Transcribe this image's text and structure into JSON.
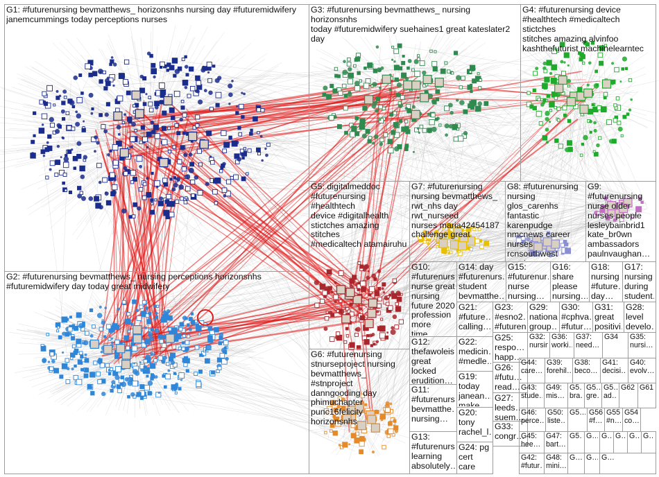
{
  "title": "#FutureNursing network graph",
  "groups": [
    {
      "id": "G1",
      "text": "G1: #futurenursing bevmatthews_ horizonsnhs nursing day #futuremidwifery\njanemcummings today perceptions nurses"
    },
    {
      "id": "G2",
      "text": "G2: #futurenursing bevmatthews_ nursing perceptions horizonsnhs\n#futuremidwifery day today great midwifery"
    },
    {
      "id": "G3",
      "text": "G3: #futurenursing bevmatthews_ nursing horizonsnhs\ntoday #futuremidwifery suehaines1 great kateslater2 day"
    },
    {
      "id": "G4",
      "text": "G4: #futurenursing device\n#healthtech #medicaltech stictches\nstitches amazing alvinfoo\nkashthefuturist machinelearntec"
    },
    {
      "id": "G5",
      "text": "G5: digitalmeddoc\n#futurenursing #healthtech\ndevice #digitalhealth\nstictches amazing stitches\n#medicaltech atamairuhu"
    },
    {
      "id": "G6",
      "text": "G6: #futurenursing\nstnurseproject nursing\nbevmatthews_ #stnproject\ndanngooding day\nphimuchapter\npunc16felicity horizonsnhs"
    },
    {
      "id": "G7",
      "text": "G7: #futurenursing\nnursing bevmatthews_\nrwt_nhs day rwt_nurseed\nnurses maria42454187\nchallenge great"
    },
    {
      "id": "G8",
      "text": "G8: #futurenursing\nnursing glos_carenhs\nfantastic karenpudge\nnmcnews career\nnurses rcnsouthwest\nrcngloucester"
    },
    {
      "id": "G9",
      "text": "G9:\n#futurenursing\nnurse older\nnurses people\nlesleybainbrid1\nkate_br0wn\nambassadors\npaulnvaughan…"
    },
    {
      "id": "G10",
      "text": "G10:\n#futurenursing\nnurse great\nnursing\nfuture 2020\nprofession\nmore time…"
    },
    {
      "id": "G11",
      "text": "G11:\n#futurenurs…\nbevmatthe…\nnursing…"
    },
    {
      "id": "G12",
      "text": "G12:\nthefawoleis…\ngreat locked\nerudition…"
    },
    {
      "id": "G13",
      "text": "G13:\n#futurenurs…\nlearning\nabsolutely…"
    },
    {
      "id": "G14",
      "text": "G14: day\n#futurenurs…\nstudent\nbevmatthe…"
    },
    {
      "id": "G15",
      "text": "G15:\n#futurenur…\nnurse\nnursing…"
    },
    {
      "id": "G16",
      "text": "G16:\nshare\nplease\nnursing…"
    },
    {
      "id": "G17",
      "text": "G17:\nnursing\nduring\nstudent…"
    },
    {
      "id": "G18",
      "text": "G18:\nnursing\n#future…\nday…"
    },
    {
      "id": "G19",
      "text": "G19:\ntoday\njanean…\nmake…"
    },
    {
      "id": "G20",
      "text": "G20:\ntony\nrachel_l…"
    },
    {
      "id": "G21",
      "text": "G21:\n#future…\ncalling…"
    },
    {
      "id": "G22",
      "text": "G22:\nmedicin…\n#medle…"
    },
    {
      "id": "G23",
      "text": "G23:\n#esno2…\n#futuren…"
    },
    {
      "id": "G24",
      "text": "G24: pg\ncert care\n#future…"
    },
    {
      "id": "G25",
      "text": "G25:\nrespo…\nhapp…"
    },
    {
      "id": "G26",
      "text": "G26:\n#futu…\nread…"
    },
    {
      "id": "G27",
      "text": "G27:\nleeds…\nsuem…"
    },
    {
      "id": "G28",
      "text": "G28:\nlevel\ndevelo…"
    },
    {
      "id": "G29",
      "text": "G29:\nnational\ngroup…"
    },
    {
      "id": "G30",
      "text": "G30:\n#cphva…\n#futur…"
    },
    {
      "id": "G31",
      "text": "G31:\ngreat\npositivi…"
    },
    {
      "id": "G32",
      "text": "G32:\nnursin…"
    },
    {
      "id": "G33",
      "text": "G33:\ncongr…"
    },
    {
      "id": "G34",
      "text": "G34"
    },
    {
      "id": "G35",
      "text": "G35:\nnursi…"
    },
    {
      "id": "G36",
      "text": "G36:\nworki…"
    },
    {
      "id": "G37",
      "text": "G37:\nneed…"
    },
    {
      "id": "G38",
      "text": "G38:\nbeco…"
    },
    {
      "id": "G39",
      "text": "G39:\nforehil…"
    },
    {
      "id": "G40",
      "text": "G40:\nevolv…"
    },
    {
      "id": "G41",
      "text": "G41:\ndecisi…"
    },
    {
      "id": "G42",
      "text": "G42:\n#futur…"
    },
    {
      "id": "G43",
      "text": "G43:\nstude…"
    },
    {
      "id": "G44",
      "text": "G44:\ncare…"
    },
    {
      "id": "G45",
      "text": "G45:\nhee…"
    },
    {
      "id": "G46",
      "text": "G46:\nperce…"
    },
    {
      "id": "G47",
      "text": "G47:\nbart…"
    },
    {
      "id": "G48",
      "text": "G48:\nmini…"
    },
    {
      "id": "G49",
      "text": "G49:\nmis…"
    },
    {
      "id": "G50",
      "text": "G50:\nliste…"
    },
    {
      "id": "G51",
      "text": "G5…\nbra…"
    },
    {
      "id": "G52",
      "text": "G5…\ngre…"
    },
    {
      "id": "G53",
      "text": "G5…\nad…"
    },
    {
      "id": "G54",
      "text": "G54:\nco…"
    },
    {
      "id": "G55",
      "text": "G55:\n#n…"
    },
    {
      "id": "G56",
      "text": "G56:\n#f…"
    },
    {
      "id": "G57",
      "text": "G5…"
    },
    {
      "id": "G58",
      "text": "G5…"
    },
    {
      "id": "G59",
      "text": "G…"
    },
    {
      "id": "G60",
      "text": "G…"
    },
    {
      "id": "G61",
      "text": "G61"
    },
    {
      "id": "G62",
      "text": "G62"
    },
    {
      "id": "G63",
      "text": "G…"
    },
    {
      "id": "G64",
      "text": "G…"
    },
    {
      "id": "G65",
      "text": "G…"
    },
    {
      "id": "G66",
      "text": "G…"
    },
    {
      "id": "G67",
      "text": "G…"
    },
    {
      "id": "G68",
      "text": "G…"
    }
  ],
  "colors": {
    "G1": "#1a2c8c",
    "G2": "#2f86d8",
    "G3": "#2f8a4f",
    "G4": "#1faa2c",
    "G5": "#a8262c",
    "G6": "#e58a2a",
    "G7": "#e8c000",
    "G8": "#8a8fd0",
    "G9": "#c070c0",
    "edge": "#b8b8b8",
    "edge_strong": "#e01818",
    "border": "#9c9c9c"
  }
}
